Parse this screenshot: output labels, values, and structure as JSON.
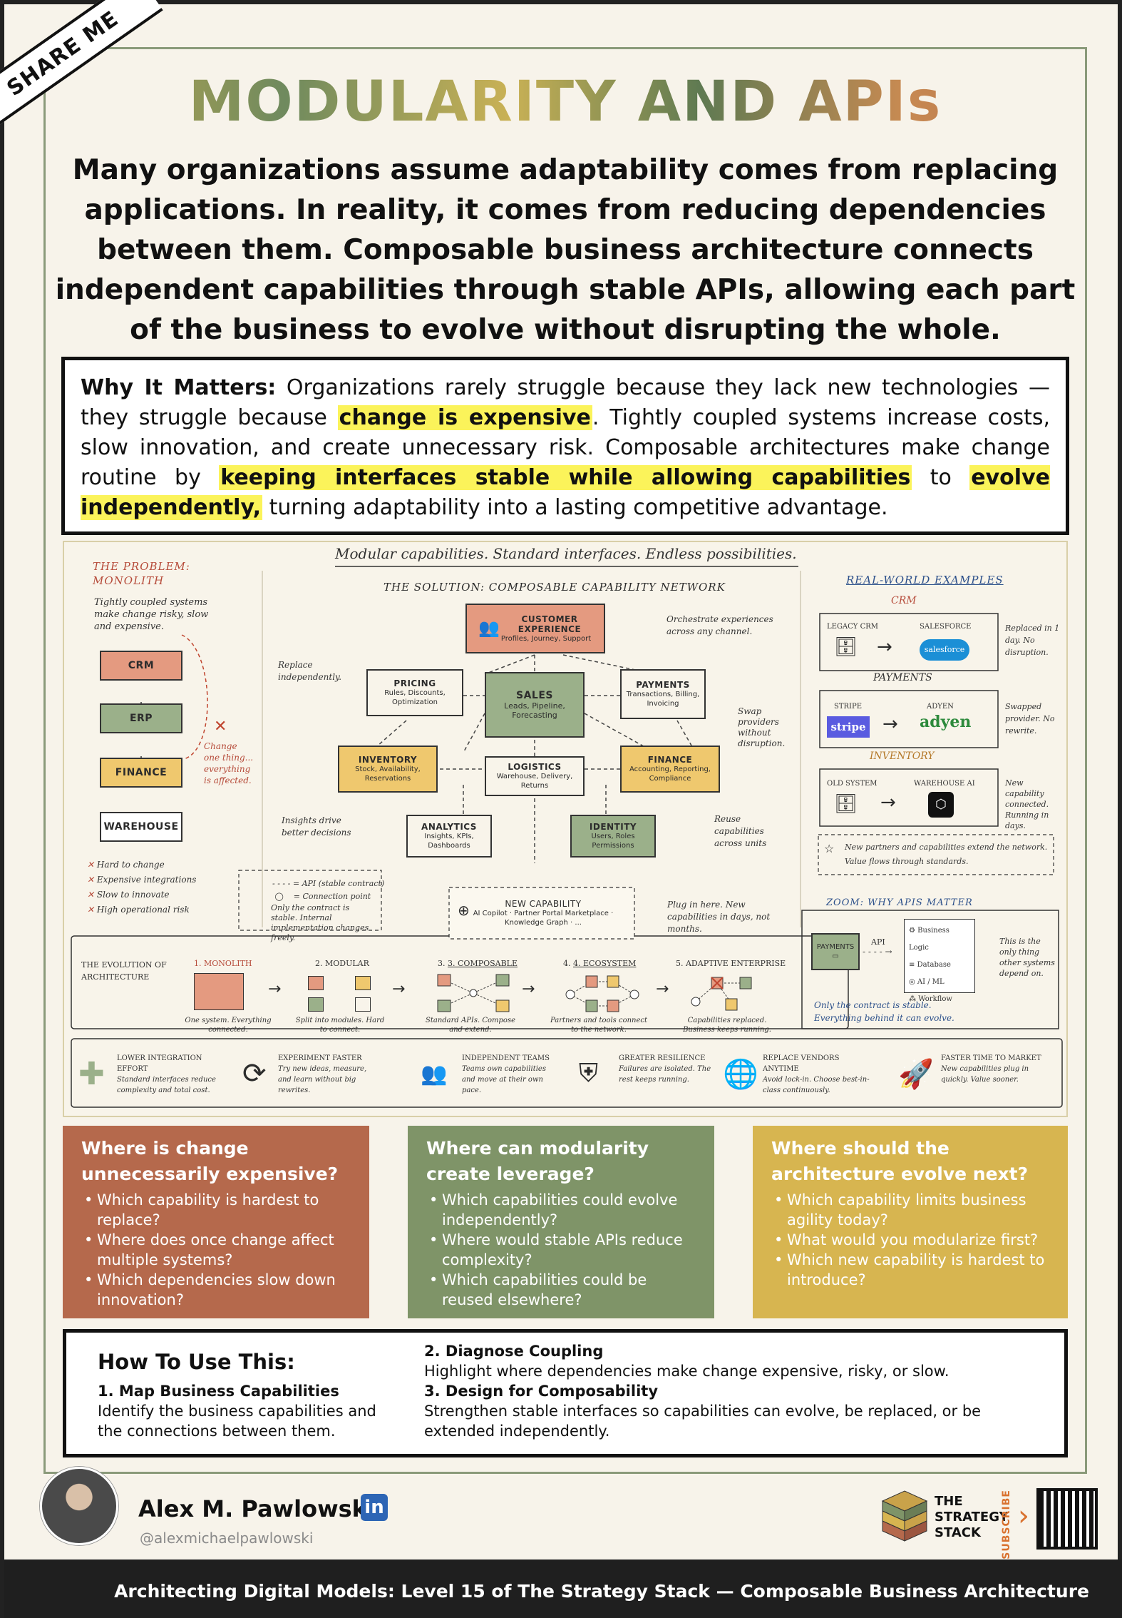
{
  "ribbon": "SHARE ME",
  "title": "MODULARITY AND APIs",
  "intro": "Many organizations assume adaptability comes from replacing applications. In reality, it comes from reducing dependencies between them. Composable business architecture connects independent capabilities through stable APIs, allowing each part of the business to evolve without disrupting the whole.",
  "why": {
    "label": "Why It Matters:",
    "t1": " Organizations rarely struggle because they lack new technologies — they struggle because ",
    "h1": "change is expensive",
    "t2": ". Tightly coupled systems increase costs, slow innovation, and create unnecessary risk. Composable architectures make change routine by ",
    "h2": "keeping interfaces stable while allowing capabilities",
    "t3": " to ",
    "h3": "evolve independently,",
    "t4": " turning adaptability into a lasting competitive advantage."
  },
  "diagram": {
    "tagline": "Modular capabilities. Standard interfaces. Endless possibilities.",
    "problem": {
      "title": "THE PROBLEM: MONOLITH",
      "desc": "Tightly coupled systems make change risky, slow and expensive.",
      "boxes": [
        "CRM",
        "ERP",
        "FINANCE",
        "WAREHOUSE"
      ],
      "note": "Change one thing... everything is affected.",
      "bullets": [
        "Hard to change",
        "Expensive integrations",
        "Slow to innovate",
        "High operational risk"
      ]
    },
    "solution": {
      "title": "THE SOLUTION: COMPOSABLE CAPABILITY NETWORK",
      "nodes": [
        {
          "t": "CUSTOMER EXPERIENCE",
          "s": "Profiles, Journey, Support"
        },
        {
          "t": "PRICING",
          "s": "Rules, Discounts, Optimization"
        },
        {
          "t": "SALES",
          "s": "Leads, Pipeline, Forecasting"
        },
        {
          "t": "PAYMENTS",
          "s": "Transactions, Billing, Invoicing"
        },
        {
          "t": "INVENTORY",
          "s": "Stock, Availability, Reservations"
        },
        {
          "t": "LOGISTICS",
          "s": "Warehouse, Delivery, Returns"
        },
        {
          "t": "FINANCE",
          "s": "Accounting, Reporting, Compliance"
        },
        {
          "t": "ANALYTICS",
          "s": "Insights, KPIs, Dashboards"
        },
        {
          "t": "IDENTITY",
          "s": "Users, Roles Permissions"
        },
        {
          "t": "NEW CAPABILITY",
          "s": "AI Copilot · Partner Portal Marketplace · Knowledge Graph · ..."
        }
      ],
      "notes": {
        "orchestrate": "Orchestrate experiences across any channel.",
        "replace": "Replace independently.",
        "swap": "Swap providers without disruption.",
        "insights": "Insights drive better decisions",
        "reuse": "Reuse capabilities across units",
        "plug": "Plug in here. New capabilities in days, not months."
      },
      "legend": {
        "api": "= API (stable contract)",
        "conn": "= Connection point",
        "note": "Only the contract is stable. Internal implementation changes freely."
      }
    },
    "examples": {
      "title": "REAL-WORLD EXAMPLES",
      "groups": [
        {
          "h": "CRM",
          "from": "LEGACY CRM",
          "to": "SALESFORCE",
          "logo": "salesforce",
          "note": "Replaced in 1 day. No disruption."
        },
        {
          "h": "PAYMENTS",
          "from": "STRIPE",
          "to": "ADYEN",
          "logo_from": "stripe",
          "logo": "adyen",
          "note": "Swapped provider. No rewrite."
        },
        {
          "h": "INVENTORY",
          "from": "OLD SYSTEM",
          "to": "WAREHOUSE AI",
          "note": "New capability connected. Running in days."
        }
      ],
      "network_note": "New partners and capabilities extend the network. Value flows through standards."
    },
    "zoom": {
      "title": "ZOOM: WHY APIS MATTER",
      "payments": "PAYMENTS",
      "api": "API",
      "items": [
        "Business Logic",
        "Database",
        "AI / ML",
        "Workflow"
      ],
      "side": "This is the only thing other systems depend on.",
      "note": "Only the contract is stable. Everything behind it can evolve."
    },
    "evolution": {
      "title": "THE EVOLUTION OF ARCHITECTURE",
      "stages": [
        {
          "h": "1. MONOLITH",
          "d": "One system. Everything connected."
        },
        {
          "h": "2. MODULAR",
          "d": "Split into modules. Hard to connect."
        },
        {
          "h": "3. COMPOSABLE",
          "d": "Standard APIs. Compose and extend."
        },
        {
          "h": "4. ECOSYSTEM",
          "d": "Partners and tools connect to the network."
        },
        {
          "h": "5. ADAPTIVE ENTERPRISE",
          "d": "Capabilities replaced. Business keeps running."
        }
      ]
    },
    "benefits": [
      {
        "h": "LOWER INTEGRATION EFFORT",
        "d": "Standard interfaces reduce complexity and total cost."
      },
      {
        "h": "EXPERIMENT FASTER",
        "d": "Try new ideas, measure, and learn without big rewrites."
      },
      {
        "h": "INDEPENDENT TEAMS",
        "d": "Teams own capabilities and move at their own pace."
      },
      {
        "h": "GREATER RESILIENCE",
        "d": "Failures are isolated. The rest keeps running."
      },
      {
        "h": "REPLACE VENDORS ANYTIME",
        "d": "Avoid lock-in. Choose best-in-class continuously."
      },
      {
        "h": "FASTER TIME TO MARKET",
        "d": "New capabilities plug in quickly. Value sooner."
      }
    ]
  },
  "cards": [
    {
      "title": "Where is change unnecessarily expensive?",
      "color": "#b5694c",
      "items": [
        "Which capability is hardest to replace?",
        "Where does once change affect multiple systems?",
        "Which dependencies slow down innovation?"
      ]
    },
    {
      "title": "Where can modularity create leverage?",
      "color": "#7f9468",
      "items": [
        "Which capabilities could evolve independently?",
        "Where would stable APIs reduce complexity?",
        "Which capabilities could be reused elsewhere?"
      ]
    },
    {
      "title": "Where should the architecture evolve next?",
      "color": "#d7b550",
      "items": [
        "Which capability limits business agility today?",
        "What would you modularize first?",
        "Which new capability is hardest to introduce?"
      ]
    }
  ],
  "howto": {
    "title": "How To Use This:",
    "s1h": "1. Map Business Capabilities",
    "s1": "Identify the business capabilities and the connections between them.",
    "s2h": "2. Diagnose Coupling",
    "s2": "Highlight where dependencies make change expensive, risky, or slow.",
    "s3h": "3. Design for Composability",
    "s3": "Strengthen stable interfaces so capabilities can evolve, be replaced, or be extended independently."
  },
  "footer": {
    "author": "Alex M. Pawlowski",
    "linkedin": "in",
    "handle": "@alexmichaelpawlowski",
    "logo_l1": "THE",
    "logo_l2": "STRATEGY",
    "logo_l3": "STACK",
    "subscribe": "SUBSCRIBE",
    "bar": "Architecting Digital Models: Level 15 of The Strategy Stack — Composable Business Architecture"
  }
}
